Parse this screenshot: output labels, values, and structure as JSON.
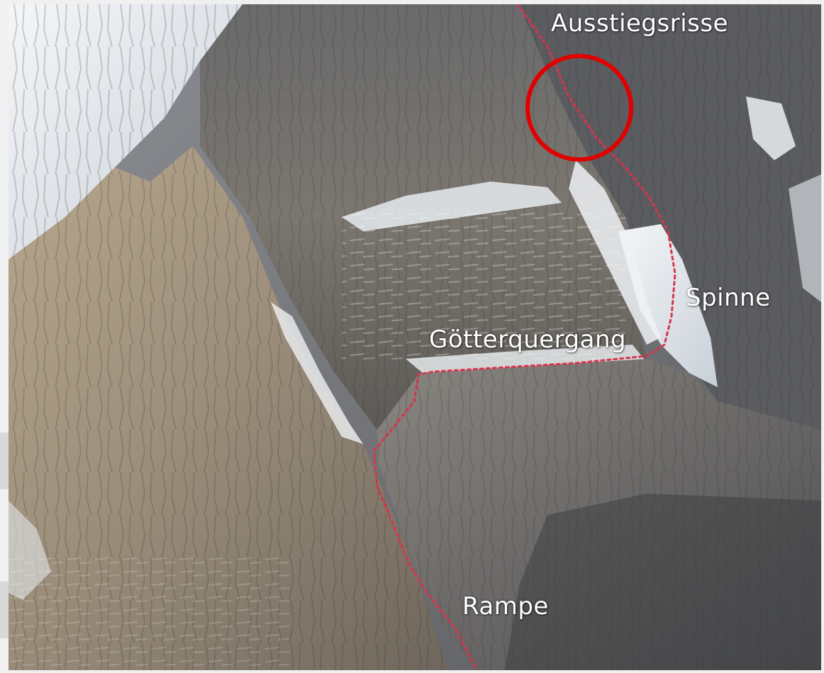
{
  "labels": {
    "ausstieg": "Ausstiegsrisse",
    "spinne": "Spinne",
    "goetter": "Götterquergang",
    "rampe": "Rampe"
  },
  "colors": {
    "route_line": "#d8344c",
    "marker_circle": "#e00000",
    "label_text": "#ffffff"
  },
  "icons": {
    "marker": "red-circle-icon"
  }
}
